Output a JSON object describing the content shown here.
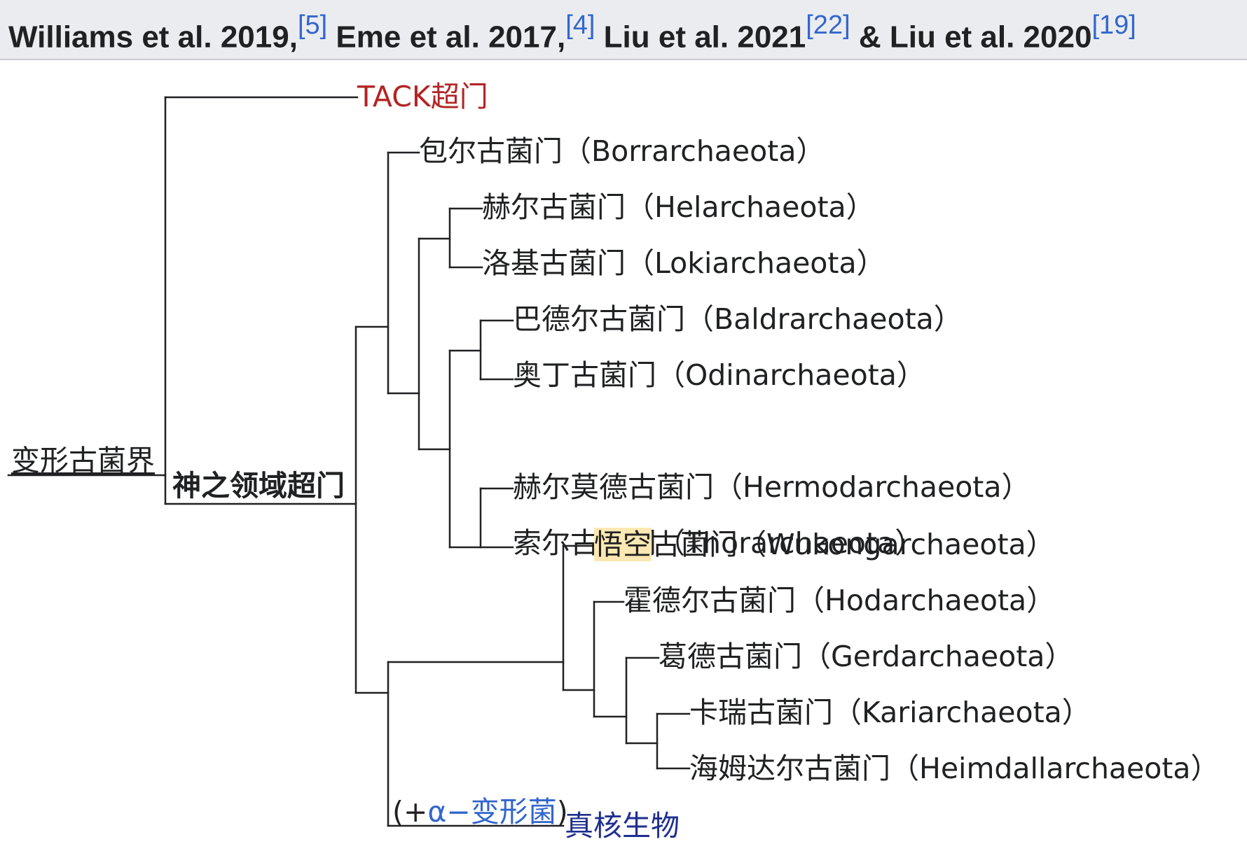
{
  "citation_header": {
    "parts": [
      {
        "text": "Williams et al. 2019,",
        "ref": "[5]"
      },
      {
        "text": " Eme et al. 2017,",
        "ref": "[4]"
      },
      {
        "text": " Liu et al. 2021",
        "ref": "[22]"
      },
      {
        "text": " & Liu et al. 2020",
        "ref": "[19]"
      }
    ]
  },
  "tree": {
    "root_label": "变形古菌界",
    "clade_label": "神之领域超门",
    "tack": "TACK超门",
    "taxa": {
      "borr": "包尔古菌门（Borrarchaeota）",
      "hel": "赫尔古菌门（Helarchaeota）",
      "loki": "洛基古菌门（Lokiarchaeota）",
      "bald": "巴德尔古菌门（Baldrarchaeota）",
      "odin": "奥丁古菌门（Odinarchaeota）",
      "hermo": "赫尔莫德古菌门（Hermodarchaeota）",
      "thor": "索尔古菌门（Thorarchaeota）",
      "wukong_highlight": "悟空",
      "wukong_rest": "古菌门（Wukongarchaeota）",
      "hod": "霍德尔古菌门（Hodarchaeota）",
      "gerd": "葛德古菌门（Gerdarchaeota）",
      "kari": "卡瑞古菌门（Kariarchaeota）",
      "heim": "海姆达尔古菌门（Heimdallarchaeota）"
    },
    "alpha_open": "(+",
    "alpha_link": "α−变形菌",
    "alpha_close": ")",
    "eukaryota": "真核生物"
  },
  "colors": {
    "header_bg": "#eaecf0",
    "link": "#3366cc",
    "tack_red": "#b32424",
    "eukaryota_navy": "#1f2f8f",
    "highlight": "#fce8b2",
    "line": "#202122"
  }
}
